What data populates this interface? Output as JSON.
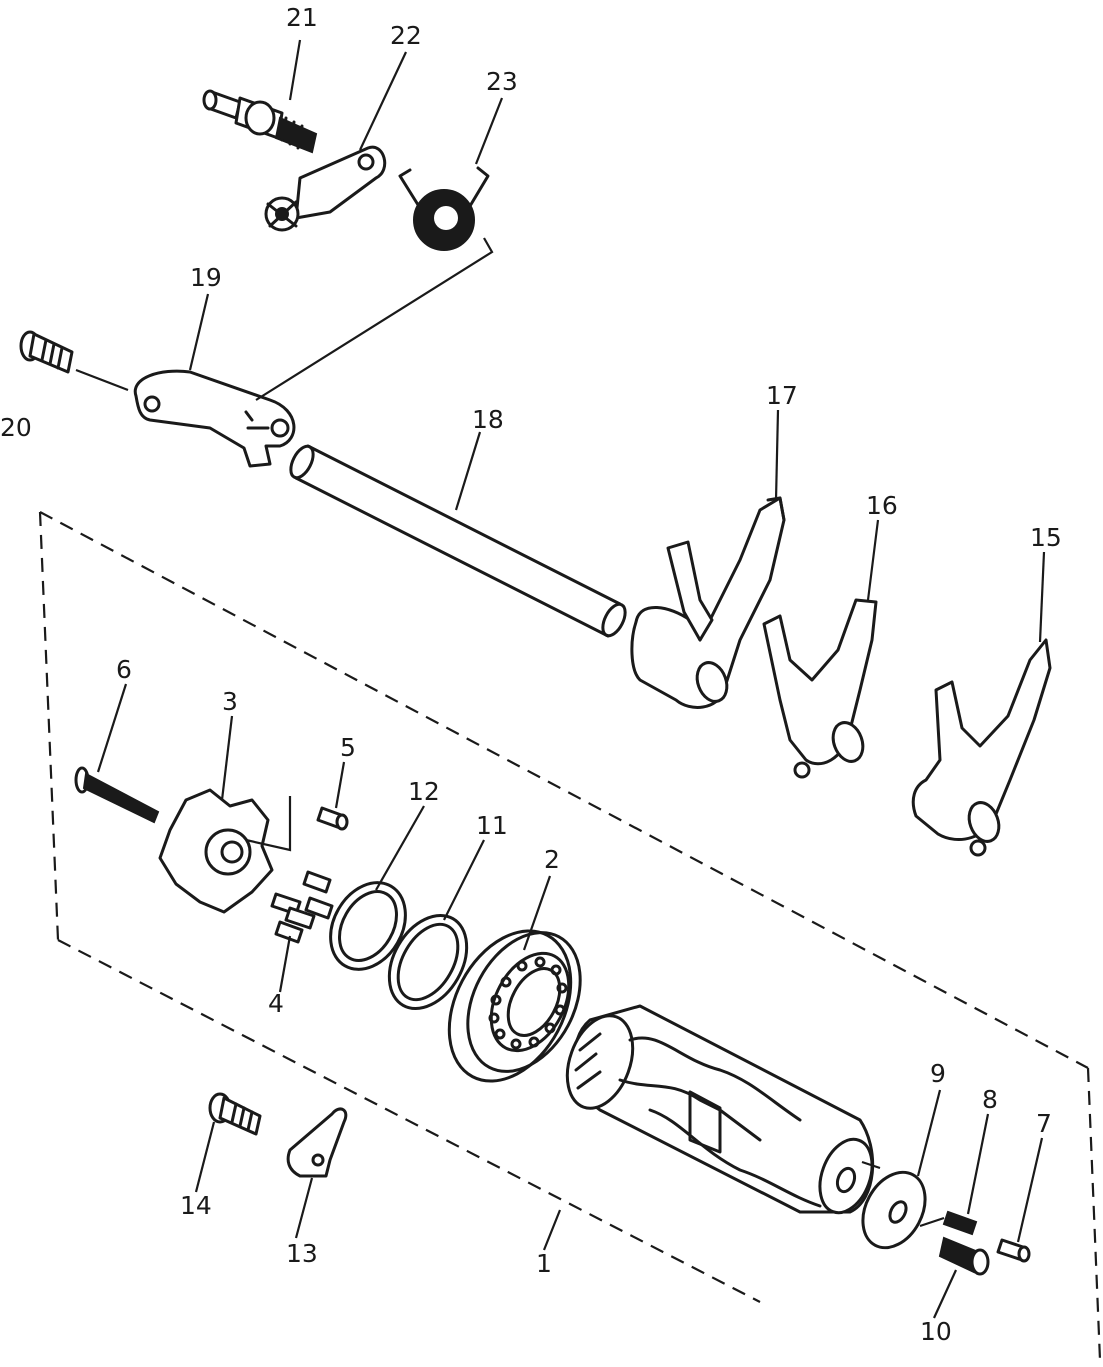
{
  "callouts": [
    {
      "id": "1",
      "text": "1"
    },
    {
      "id": "2",
      "text": "2"
    },
    {
      "id": "3",
      "text": "3"
    },
    {
      "id": "4",
      "text": "4"
    },
    {
      "id": "5",
      "text": "5"
    },
    {
      "id": "6",
      "text": "6"
    },
    {
      "id": "7",
      "text": "7"
    },
    {
      "id": "8",
      "text": "8"
    },
    {
      "id": "9",
      "text": "9"
    },
    {
      "id": "10",
      "text": "10"
    },
    {
      "id": "11",
      "text": "11"
    },
    {
      "id": "12",
      "text": "12"
    },
    {
      "id": "13",
      "text": "13"
    },
    {
      "id": "14",
      "text": "14"
    },
    {
      "id": "15",
      "text": "15"
    },
    {
      "id": "16",
      "text": "16"
    },
    {
      "id": "17",
      "text": "17"
    },
    {
      "id": "18",
      "text": "18"
    },
    {
      "id": "19",
      "text": "19"
    },
    {
      "id": "20",
      "text": "20"
    },
    {
      "id": "21",
      "text": "21"
    },
    {
      "id": "22",
      "text": "22"
    },
    {
      "id": "23",
      "text": "23"
    }
  ],
  "colors": {
    "ink": "#1a1a1a",
    "paper": "#ffffff"
  }
}
